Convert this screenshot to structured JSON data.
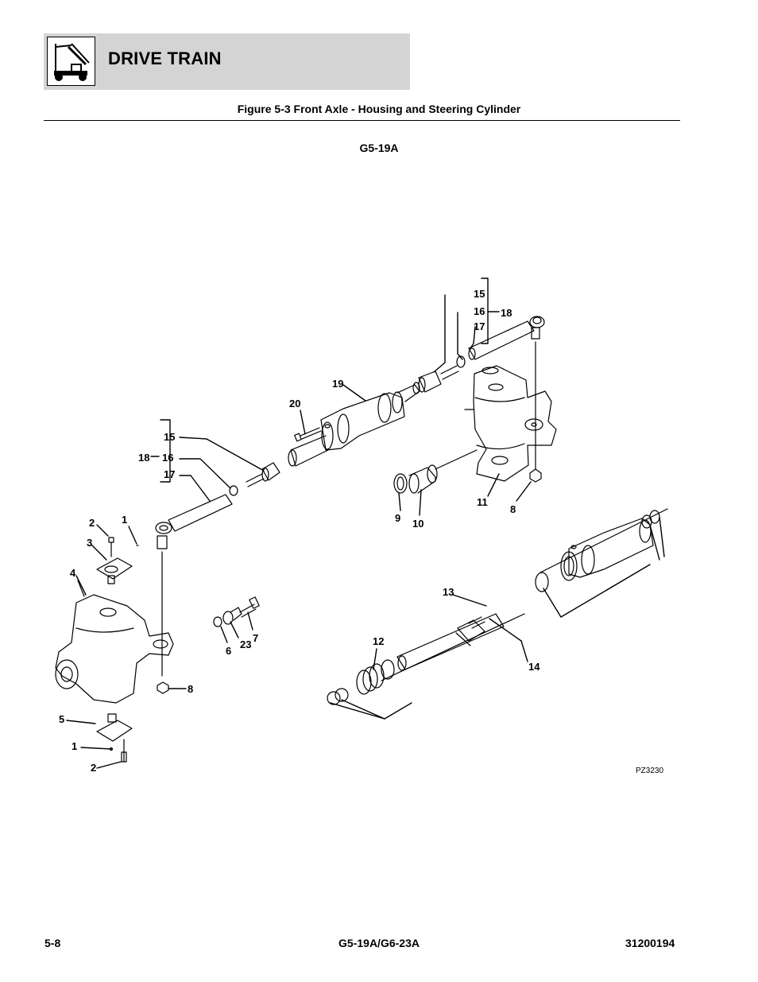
{
  "header": {
    "section_title": "DRIVE TRAIN",
    "logo_icon": "lift-truck-icon"
  },
  "figure": {
    "title": "Figure 5-3 Front Axle - Housing and Steering Cylinder",
    "model": "G5-19A"
  },
  "diagram": {
    "callouts": [
      "1",
      "2",
      "3",
      "4",
      "5",
      "6",
      "7",
      "8",
      "9",
      "10",
      "11",
      "12",
      "13",
      "14",
      "15",
      "16",
      "17",
      "18",
      "19",
      "20",
      "23"
    ],
    "drawing_id": "PZ3230"
  },
  "footer": {
    "page": "5-8",
    "models": "G5-19A/G6-23A",
    "doc_number": "31200194"
  }
}
